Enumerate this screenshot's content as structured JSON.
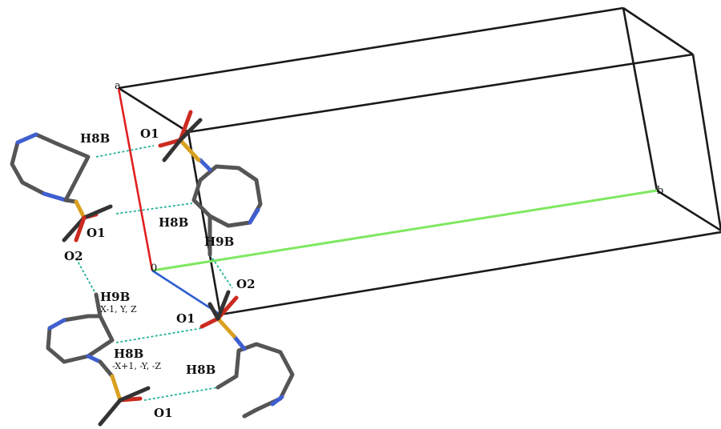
{
  "axes": {
    "a": "a",
    "b": "b",
    "origin": "0"
  },
  "atoms": {
    "h8b": "H8B",
    "o1": "O1",
    "o2": "O2",
    "h9b": "H9B"
  },
  "symmetry": {
    "s1": "X-1, Y, Z",
    "s2": "-X+1, -Y, -Z"
  },
  "colors": {
    "a_axis": "#e02020",
    "b_axis": "#7ee860",
    "c_axis": "#2f5fd0",
    "cell_edge": "#1a1a1a",
    "hbond": "#27b29a",
    "nitrogen": "#3f5fd0",
    "sulfur": "#d9a020",
    "oxygen": "#cc2a20",
    "carbon": "#555555"
  }
}
